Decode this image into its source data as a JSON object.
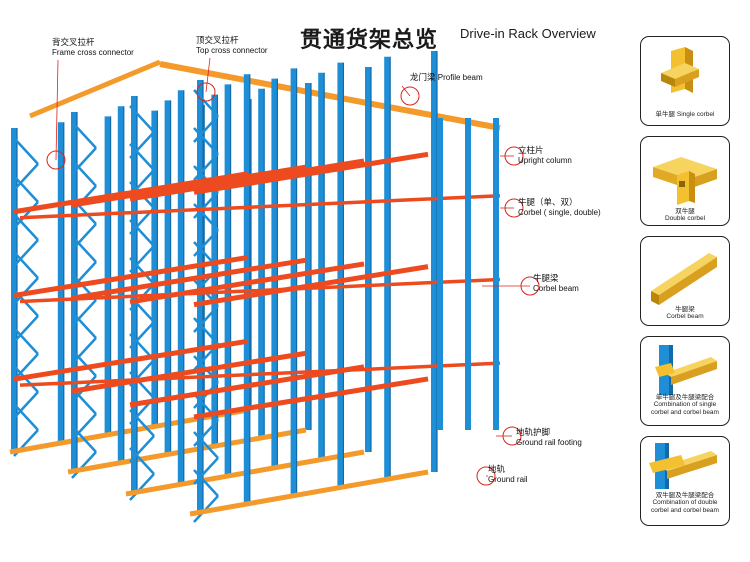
{
  "title": {
    "cn": "贯通货架总览",
    "en": "Drive-in Rack Overview"
  },
  "labels": {
    "frame_cross": {
      "cn": "背交叉拉杆",
      "en": "Frame cross connector"
    },
    "top_cross": {
      "cn": "顶交叉拉杆",
      "en": "Top cross connector"
    },
    "profile_beam": {
      "cn": "龙门梁",
      "en": "Profile beam"
    },
    "upright": {
      "cn": "立柱片",
      "en": "Upright column"
    },
    "corbel": {
      "cn": "牛腿（单、双）",
      "en": "Corbel ( single, double)"
    },
    "corbel_beam": {
      "cn": "牛腿梁",
      "en": "Corbel beam"
    },
    "ground_footing": {
      "cn": "地轨护脚",
      "en": "Ground rail footing"
    },
    "ground_rail": {
      "cn": "地轨",
      "en": "Ground rail"
    }
  },
  "components": [
    {
      "cn": "单牛腿",
      "en": "Single corbel"
    },
    {
      "cn": "双牛腿",
      "en": "Double corbel"
    },
    {
      "cn": "牛腿梁",
      "en": "Corbel beam"
    },
    {
      "cn": "单牛腿及牛腿梁配合",
      "en": "Combination of single corbel and corbel beam"
    },
    {
      "cn": "双牛腿及牛腿梁配合",
      "en": "Combination of double corbel and corbel beam"
    }
  ],
  "colors": {
    "upright": "#1e8fd6",
    "upright_dark": "#136aa8",
    "beam": "#ee4a1f",
    "beam_orange": "#f39a2a",
    "part": "#f3c030",
    "part_dark": "#c98f10",
    "leader": "#d9241c"
  }
}
